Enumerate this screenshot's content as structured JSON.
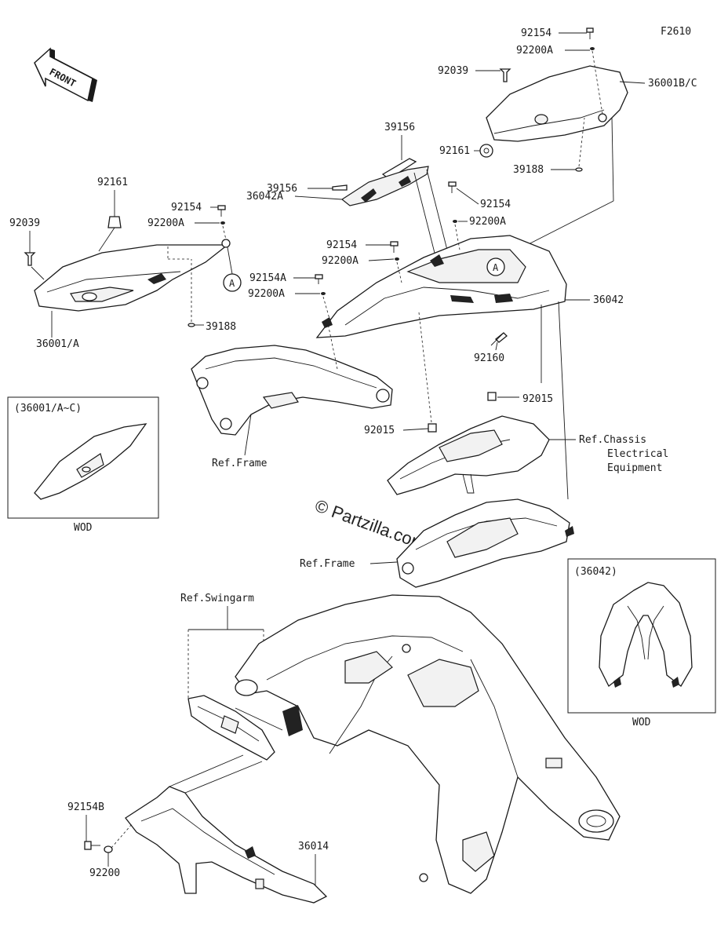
{
  "diagram_code": "F2610",
  "front_arrow_label": "FRONT",
  "watermark": "© Partzilla.com",
  "part_labels": {
    "p92154_top": "92154",
    "p92200A_top": "92200A",
    "p92039_right": "92039",
    "p36001BC": "36001B/C",
    "p39156_a": "39156",
    "p92161_right": "92161",
    "p39156_b": "39156",
    "p39188_right": "39188",
    "p92161_left": "92161",
    "p92154_left": "92154",
    "p36042A": "36042A",
    "p92154_mid": "92154",
    "p92039_left": "92039",
    "p92200A_left": "92200A",
    "p92200A_mid": "92200A",
    "p92154_center": "92154",
    "p92200A_center": "92200A",
    "p92154A": "92154A",
    "p92200A_lower": "92200A",
    "p36042": "36042",
    "p39188_left": "39188",
    "p36001A": "36001/A",
    "p92160": "92160",
    "p92015_right": "92015",
    "p92015_left": "92015",
    "p92154B": "92154B",
    "p92200": "92200",
    "p36014": "36014"
  },
  "references": {
    "ref_frame_upper": "Ref.Frame",
    "ref_chassis_1": "Ref.Chassis",
    "ref_chassis_2": "Electrical",
    "ref_chassis_3": "Equipment",
    "ref_frame_lower": "Ref.Frame",
    "ref_swingarm": "Ref.Swingarm"
  },
  "callouts": {
    "circle_a": "A"
  },
  "inset_left": {
    "title": "(36001/A~C)",
    "caption": "WOD"
  },
  "inset_right": {
    "title": "(36042)",
    "caption": "WOD"
  }
}
